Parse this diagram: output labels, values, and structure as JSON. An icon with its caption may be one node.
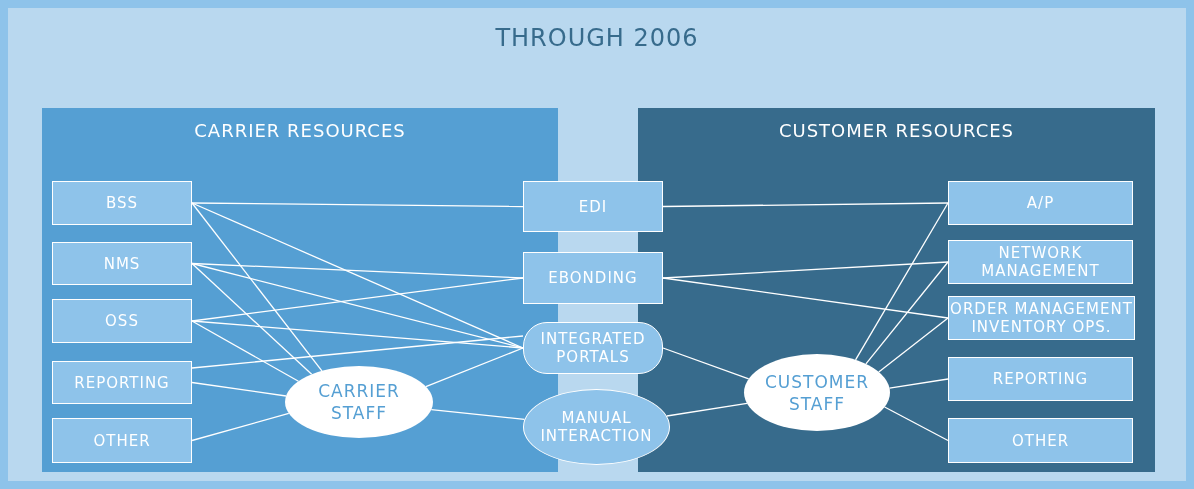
{
  "diagram": {
    "title": "THROUGH 2006",
    "nodes": [
      {
        "text": [
          "CARRIER RESOURCES"
        ]
      },
      {
        "text": [
          "BSS"
        ],
        "in": 0
      },
      {
        "text": [
          "NMS"
        ],
        "in": 0
      },
      {
        "text": [
          "OSS"
        ],
        "in": 0
      },
      {
        "text": [
          "REPORTING"
        ],
        "in": 0
      },
      {
        "text": [
          "OTHER"
        ],
        "in": 0
      },
      {
        "text": [
          "CARRIER STAFF"
        ],
        "in": 0
      },
      {
        "text": [
          "EDI"
        ]
      },
      {
        "text": [
          "EBONDING"
        ]
      },
      {
        "text": [
          "INTEGRATED PORTALS"
        ]
      },
      {
        "text": [
          "MANUAL INTERACTION"
        ]
      },
      {
        "text": [
          "CUSTOMER RESOURCES"
        ]
      },
      {
        "text": [
          "A/P"
        ],
        "in": 11
      },
      {
        "text": [
          "NETWORK MANAGEMENT"
        ],
        "in": 11
      },
      {
        "text": [
          "ORDER MANAGEMENT INVENTORY OPS."
        ],
        "in": 11
      },
      {
        "text": [
          "REPORTING"
        ],
        "in": 11
      },
      {
        "text": [
          "OTHER"
        ],
        "in": 11
      },
      {
        "text": [
          "CUSTOMER STAFF"
        ],
        "in": 11
      }
    ],
    "edges": [
      {
        "from": 1,
        "to": 7,
        "arrow": "none"
      },
      {
        "from": 1,
        "to": 9,
        "arrow": "none"
      },
      {
        "from": 1,
        "to": 6,
        "arrow": "none"
      },
      {
        "from": 2,
        "to": 8,
        "arrow": "none"
      },
      {
        "from": 2,
        "to": 9,
        "arrow": "none"
      },
      {
        "from": 2,
        "to": 6,
        "arrow": "none"
      },
      {
        "from": 3,
        "to": 8,
        "arrow": "none"
      },
      {
        "from": 3,
        "to": 9,
        "arrow": "none"
      },
      {
        "from": 3,
        "to": 6,
        "arrow": "none"
      },
      {
        "from": 4,
        "to": 9,
        "arrow": "none"
      },
      {
        "from": 4,
        "to": 6,
        "arrow": "none"
      },
      {
        "from": 5,
        "to": 6,
        "arrow": "none"
      },
      {
        "from": 6,
        "to": 9,
        "arrow": "none"
      },
      {
        "from": 6,
        "to": 10,
        "arrow": "none"
      },
      {
        "from": 7,
        "to": 12,
        "arrow": "none"
      },
      {
        "from": 8,
        "to": 13,
        "arrow": "none"
      },
      {
        "from": 8,
        "to": 14,
        "arrow": "none"
      },
      {
        "from": 9,
        "to": 17,
        "arrow": "none"
      },
      {
        "from": 10,
        "to": 17,
        "arrow": "none"
      },
      {
        "from": 17,
        "to": 12,
        "arrow": "none"
      },
      {
        "from": 17,
        "to": 13,
        "arrow": "none"
      },
      {
        "from": 17,
        "to": 14,
        "arrow": "none"
      },
      {
        "from": 17,
        "to": 15,
        "arrow": "none"
      },
      {
        "from": 17,
        "to": 16,
        "arrow": "none"
      }
    ]
  }
}
